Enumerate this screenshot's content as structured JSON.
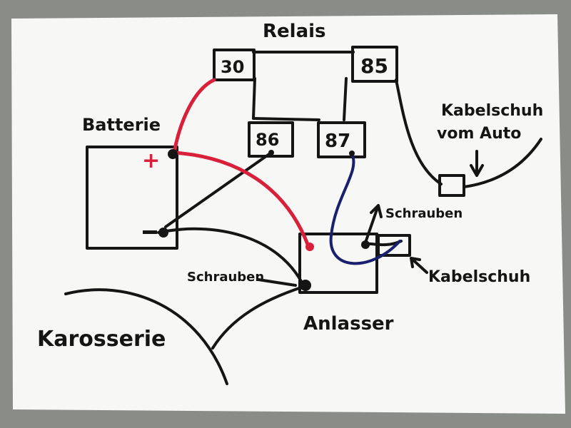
{
  "labels": {
    "relais": "Relais",
    "pin_30": "30",
    "pin_85": "85",
    "pin_86": "86",
    "pin_87": "87",
    "batterie": "Batterie",
    "plus": "+",
    "minus": "−",
    "kabelschuh_auto_line1": "Kabelschuh",
    "kabelschuh_auto_line2": "vom Auto",
    "schrauben_top": "Schrauben",
    "kabelschuh": "Kabelschuh",
    "schrauben_left": "Schrauben",
    "anlasser": "Anlasser",
    "karosserie": "Karosserie"
  },
  "colors": {
    "paper": "#f7f7f5",
    "background": "#8a8c87",
    "ink": "#151515",
    "red_wire": "#d8203a",
    "blue_wire": "#1a1f6e"
  }
}
